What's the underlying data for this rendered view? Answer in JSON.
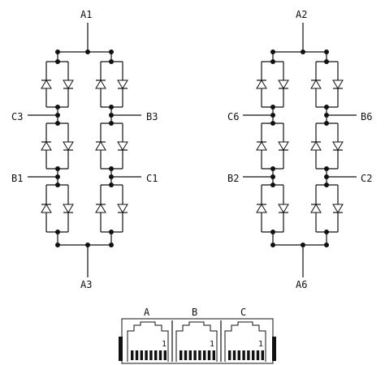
{
  "circuit_left": {
    "top_label": "A1",
    "bottom_label": "A3",
    "row1_left_label": "C3",
    "row1_right_label": "B3",
    "row2_left_label": "B1",
    "row2_right_label": "C1"
  },
  "circuit_right": {
    "top_label": "A2",
    "bottom_label": "A6",
    "row1_left_label": "C6",
    "row1_right_label": "B6",
    "row2_left_label": "B2",
    "row2_right_label": "C2"
  },
  "connector": {
    "ports": [
      {
        "label": "A",
        "pin_label": "1"
      },
      {
        "label": "B",
        "pin_label": "1"
      },
      {
        "label": "C",
        "pin_label": "1"
      }
    ]
  }
}
